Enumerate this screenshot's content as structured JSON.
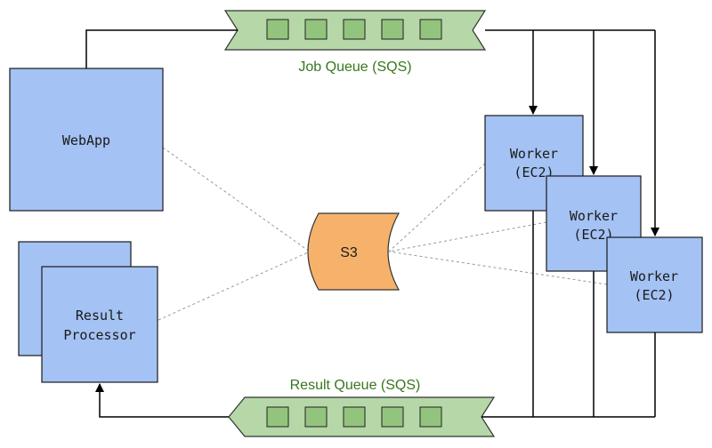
{
  "nodes": {
    "webapp": {
      "label": "WebApp"
    },
    "result_processor": {
      "line1": "Result",
      "line2": "Processor"
    },
    "s3": {
      "label": "S3"
    },
    "workers": [
      {
        "line1": "Worker",
        "line2": "(EC2)"
      },
      {
        "line1": "Worker",
        "line2": "(EC2)"
      },
      {
        "line1": "Worker",
        "line2": "(EC2)"
      }
    ]
  },
  "queues": {
    "job": {
      "label": "Job Queue (SQS)",
      "slots": 5
    },
    "result": {
      "label": "Result Queue (SQS)",
      "slots": 5
    }
  },
  "colors": {
    "box_fill": "#a4c2f4",
    "box_stroke": "#1a1a1a",
    "queue_fill": "#b6d7a8",
    "queue_slot_fill": "#93c47d",
    "queue_text": "#38761d",
    "s3_fill": "#f6b26b",
    "line": "#000000",
    "dashed": "#999999"
  }
}
